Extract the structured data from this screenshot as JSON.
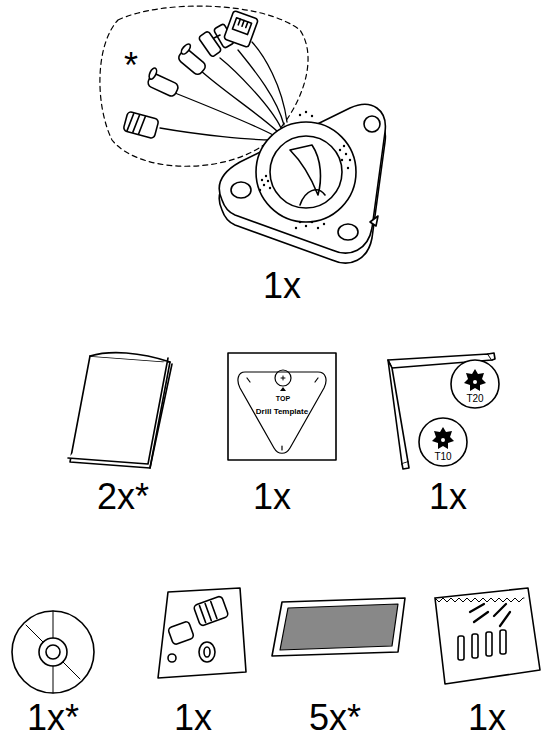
{
  "diagram": {
    "labels": [
      "*",
      "1x",
      "TOP",
      "Drill Template",
      "T20",
      "T10",
      "2x*",
      "1x",
      "1x",
      "1x*",
      "1x",
      "5x*",
      "1x"
    ]
  }
}
